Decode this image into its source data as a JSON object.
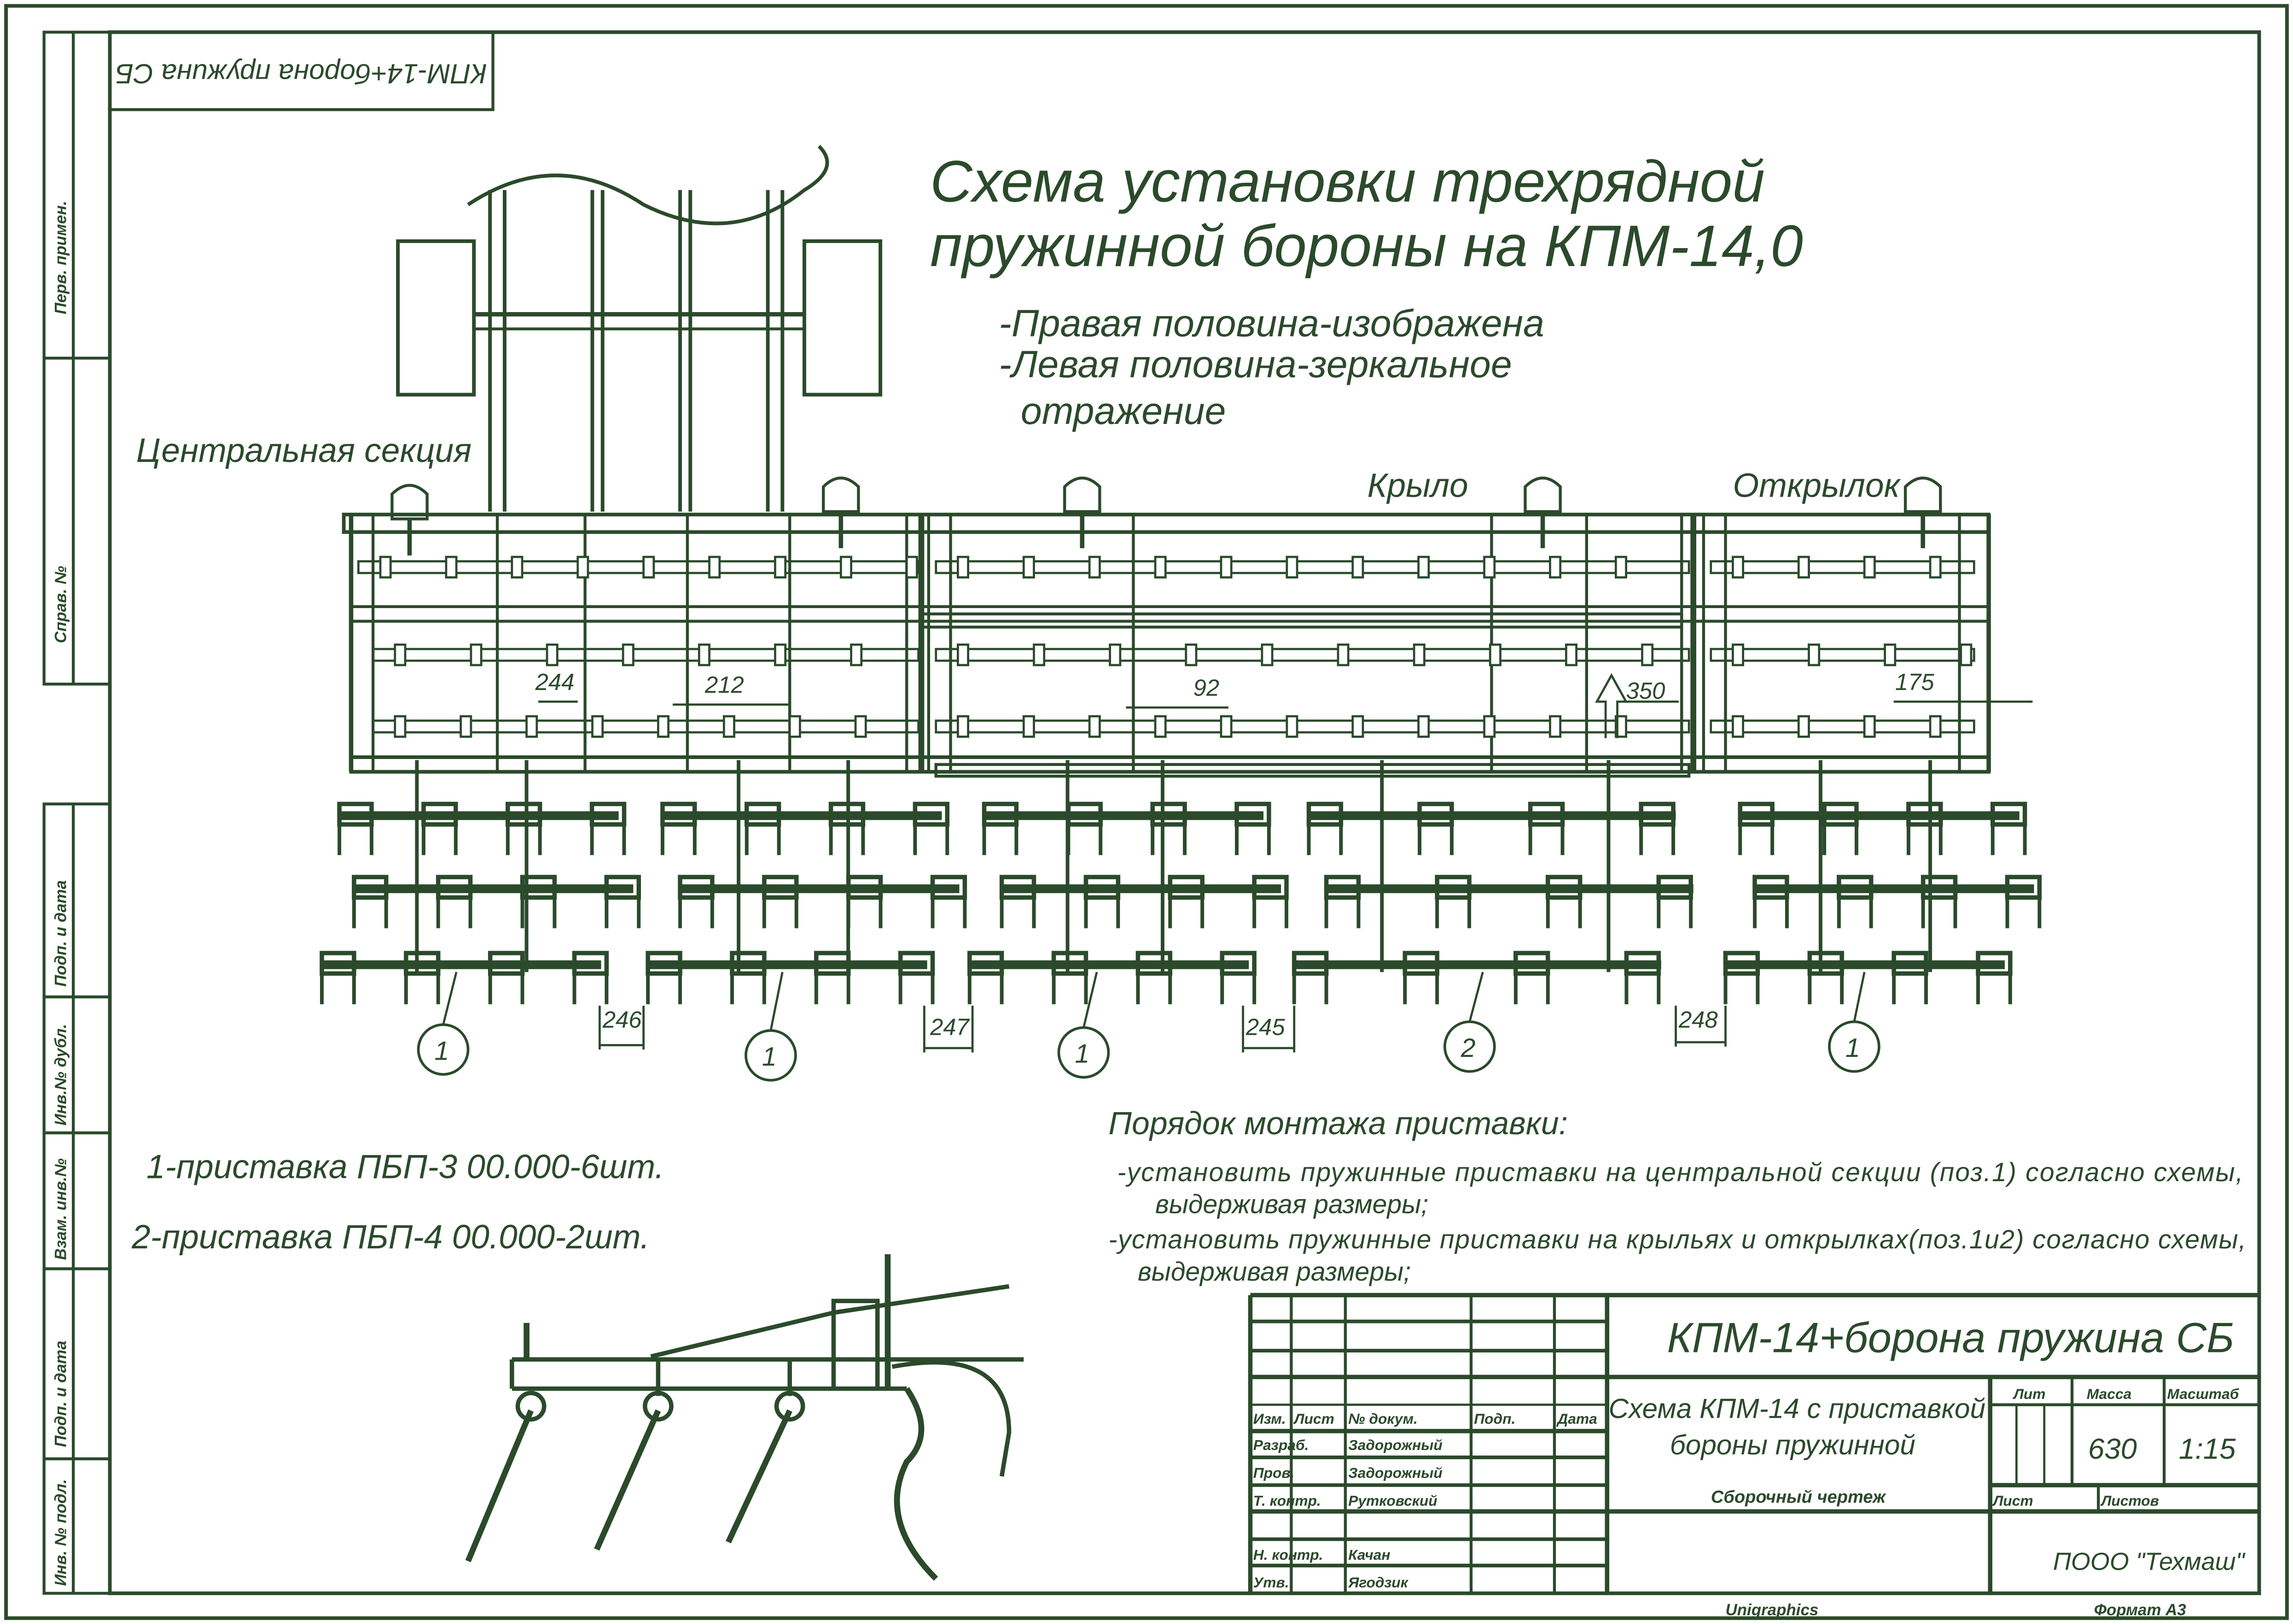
{
  "stamp_rotated": "КПМ-14+борона пружина СБ",
  "side_strip": {
    "top": [
      "Перв. примен.",
      "Справ. №"
    ],
    "bottom": [
      "Подп. и дата",
      "Инв.№ дубл.",
      "Взам. инв.№",
      "Подп. и дата",
      "Инв. № подл."
    ]
  },
  "title": {
    "line1": "Схема установки трехрядной",
    "line2": "пружинной бороны на КПМ-14,0",
    "note1": "-Правая половина-изображена",
    "note2": "-Левая половина-зеркальное",
    "note3": "отражение"
  },
  "labels": {
    "central": "Центральная секция",
    "wing": "Крыло",
    "outer_wing": "Открылок"
  },
  "dimensions": {
    "d244": "244",
    "d212": "212",
    "d92": "92",
    "d350": "350",
    "d175": "175",
    "d246": "246",
    "d247": "247",
    "d245": "245",
    "d248": "248"
  },
  "positions": [
    "1",
    "1",
    "1",
    "2",
    "1"
  ],
  "legend": {
    "item1": "1-приставка   ПБП-3  00.000-6шт.",
    "item2": "2-приставка   ПБП-4  00.000-2шт."
  },
  "procedure": {
    "heading": "Порядок монтажа приставки:",
    "step1a": "-установить пружинные приставки на центральной секции  (поз.1) согласно схемы,",
    "step1b": "выдерживая размеры;",
    "step2a": "-установить пружинные приставки на крыльях и открылках(поз.1и2) согласно схемы,",
    "step2b": "выдерживая размеры;"
  },
  "title_block": {
    "designation": "КПМ-14+борона пружина СБ",
    "name1": "Схема КПМ-14 с приставкой",
    "name2": "бороны пружинной",
    "doc_type": "Сборочный чертеж",
    "col_headers": [
      "Изм.",
      "Лист",
      "№ докум.",
      "Подп.",
      "Дата"
    ],
    "roles": [
      {
        "role": "Разраб.",
        "name": "Задорожный"
      },
      {
        "role": "Пров.",
        "name": "Задорожный"
      },
      {
        "role": "Т. контр.",
        "name": "Рутковский"
      },
      {
        "role": "Н. контр.",
        "name": "Качан"
      },
      {
        "role": "Утв.",
        "name": "Ягодзик"
      }
    ],
    "lit_label": "Лит",
    "mass_label": "Масса",
    "scale_label": "Масштаб",
    "mass": "630",
    "scale": "1:15",
    "sheet_label": "Лист",
    "sheets_label": "Листов",
    "company": "ПООО \"Техмаш\"",
    "software": "Unigraphics",
    "format": "Формат   А3"
  },
  "colors": {
    "ink": "#2b4a2b",
    "paper": "#ffffff"
  }
}
